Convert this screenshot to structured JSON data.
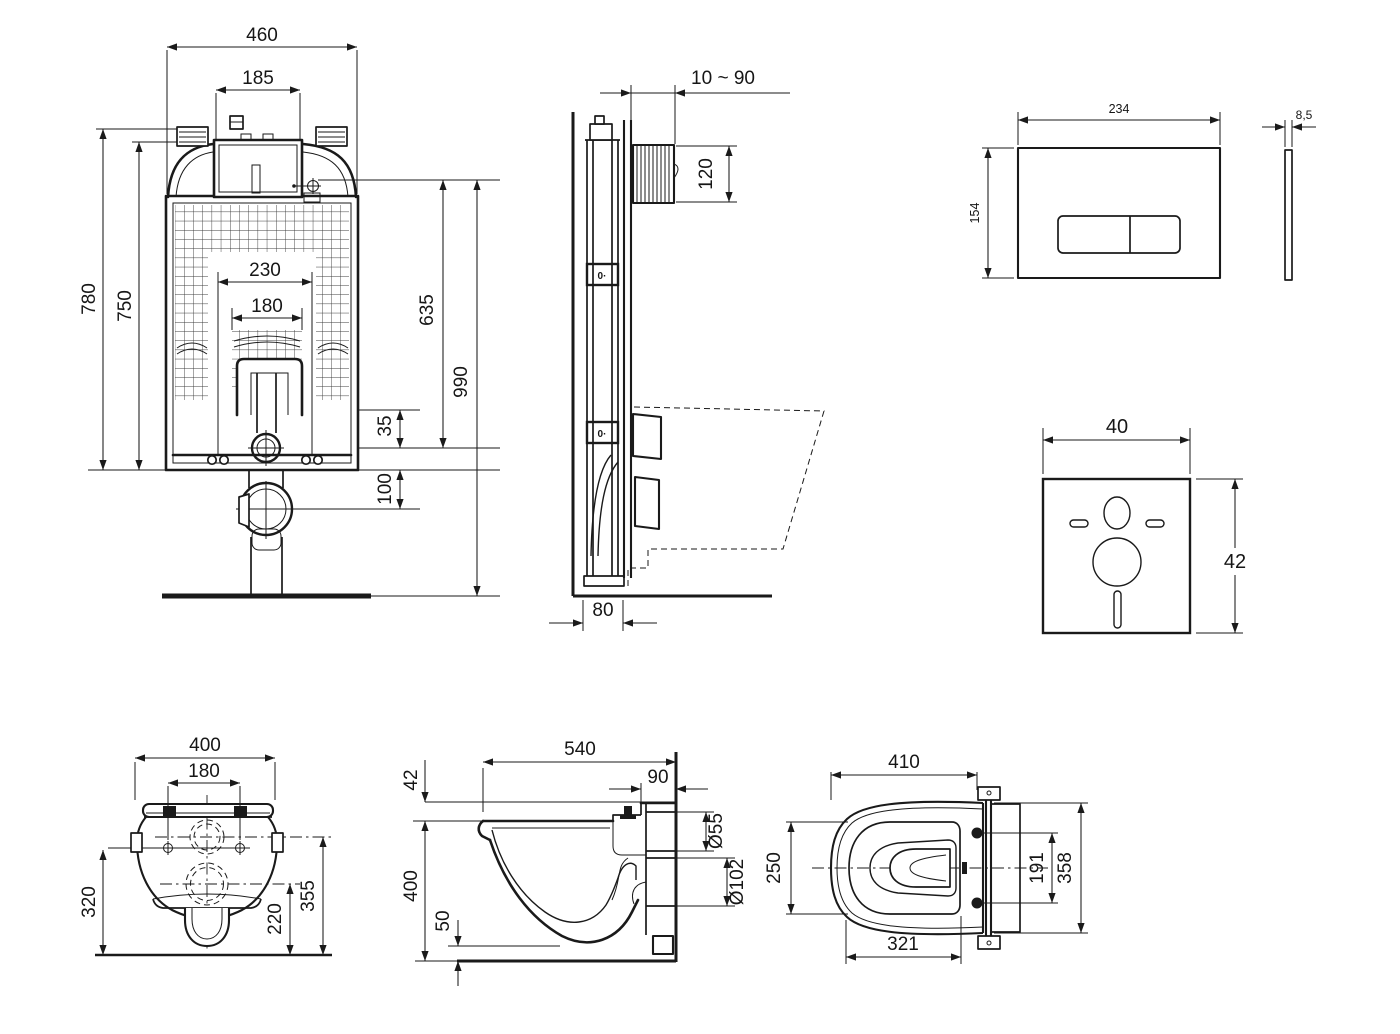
{
  "colors": {
    "background": "#ffffff",
    "line": "#1a1a1a"
  },
  "views": {
    "cistern_front": {
      "dims": {
        "overall_width": "460",
        "tank_cover_width": "185",
        "frame_height": "780",
        "tank_height": "750",
        "fixing_width": "230",
        "chase_width": "180",
        "flush_pipe_height": "635",
        "total_height": "990",
        "drain_offset": "35",
        "outlet_drop": "100"
      }
    },
    "cistern_side": {
      "marking": "0·",
      "dims": {
        "wall_range": "10 ~ 90",
        "conduit_height": "120",
        "frame_depth": "80"
      }
    },
    "flush_plate": {
      "dims": {
        "width": "234",
        "height": "154",
        "thickness": "8,5"
      }
    },
    "sound_pad": {
      "dims": {
        "width": "40",
        "height": "42"
      }
    },
    "bowl_rear": {
      "dims": {
        "width": "400",
        "bolt_spacing": "180",
        "fixing_height": "320",
        "rim_height": "355",
        "outlet_height": "220"
      }
    },
    "bowl_side": {
      "dims": {
        "depth": "540",
        "rim_drop": "42",
        "rear_depth": "90",
        "inlet_diameter": "Ø55",
        "outlet_diameter": "Ø102",
        "height": "400",
        "clearance": "50"
      }
    },
    "bowl_top": {
      "dims": {
        "depth": "410",
        "seat_width": "250",
        "bolt_spacing": "191",
        "overall_width": "358",
        "seat_depth": "321"
      }
    }
  }
}
